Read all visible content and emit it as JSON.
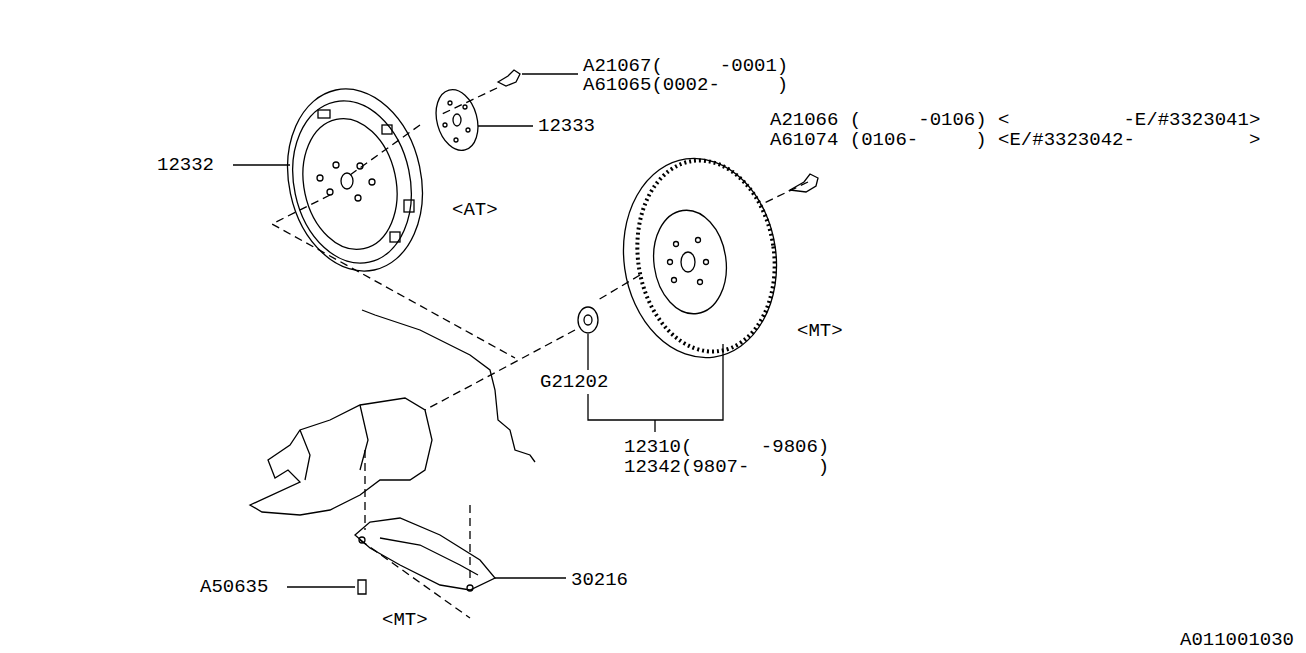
{
  "diagram": {
    "labels": [
      "A21067(     -0001)",
      "A61065(0002-     )",
      "12333",
      "12332",
      "<AT>",
      "A21066 (     -0106) <          -E/#3323041>",
      "A61074 (0106-     ) <E/#3323042-          >",
      "<MT>",
      "G21202",
      "12310(      -9806)",
      "12342(9807-      )",
      "A50635",
      "30216",
      "<MT>",
      "A011001030"
    ]
  }
}
